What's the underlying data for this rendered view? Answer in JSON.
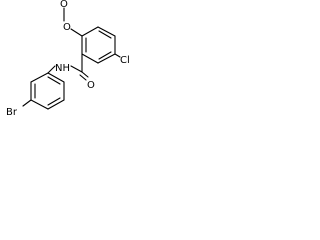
{
  "molecule": {
    "atoms": {
      "methoxy_methyl": "O",
      "methoxy_oxygen": "O",
      "chlorine": "Cl",
      "amide_nitrogen": "NH",
      "carbonyl_oxygen": "O",
      "bromine": "Br"
    },
    "bond_color": "#000000",
    "background": "#ffffff"
  }
}
